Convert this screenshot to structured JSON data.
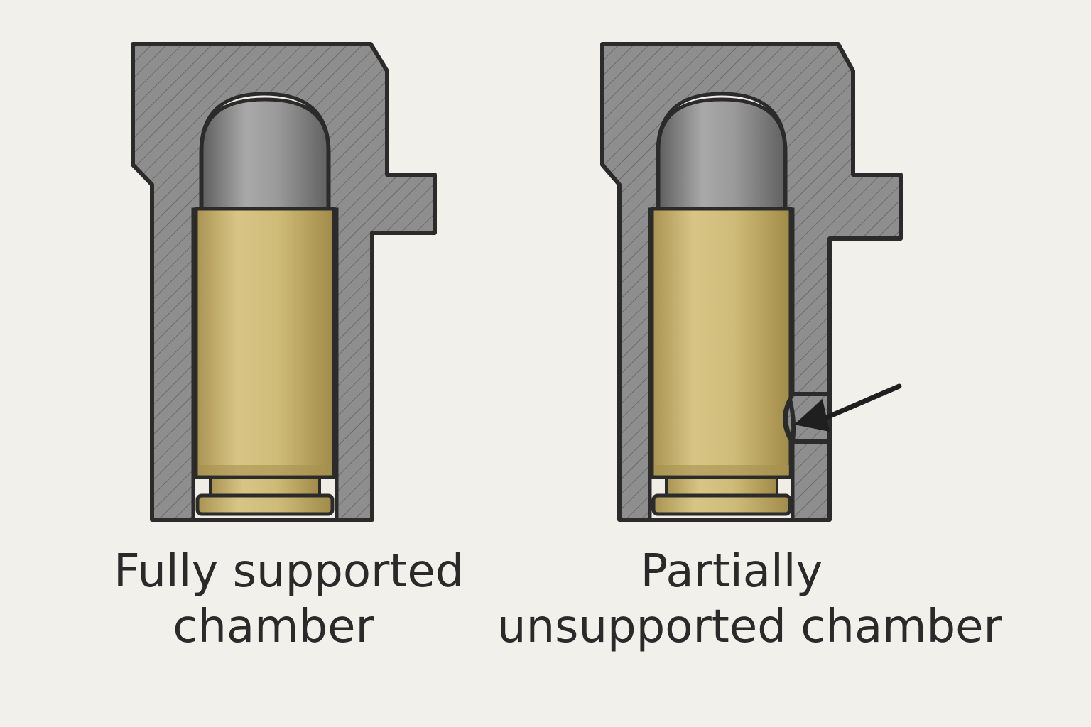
{
  "panels": [
    {
      "id": "fully-supported",
      "caption_line1": "Fully supported",
      "caption_line2": "chamber"
    },
    {
      "id": "partially-unsupported",
      "caption_line1": "Partially",
      "caption_line2": "unsupported chamber"
    }
  ],
  "colors": {
    "background": "#f2f0eb",
    "barrel": "#8d8d8d",
    "outline": "#2b2b2b",
    "bullet": "#8a8a8a",
    "brass": "#c7b26c"
  }
}
